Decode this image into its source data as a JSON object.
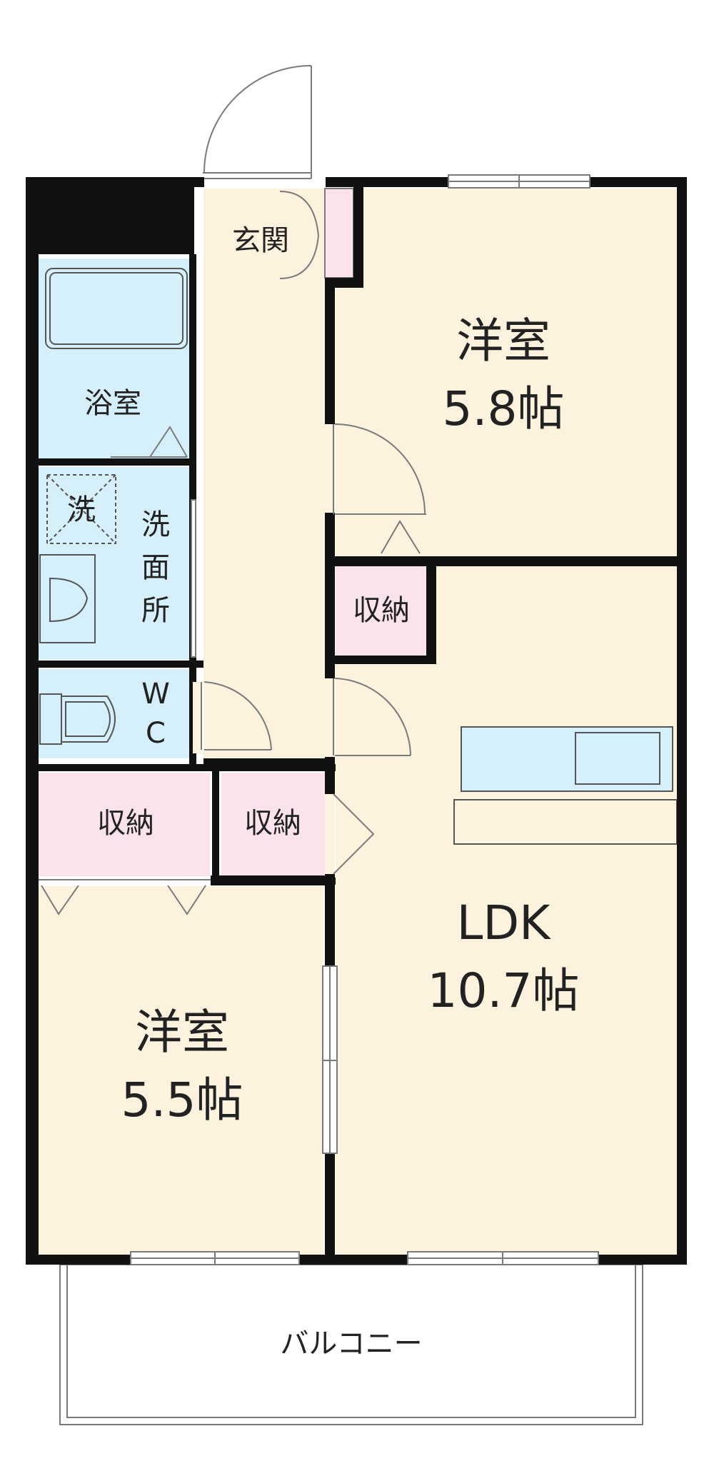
{
  "labels": {
    "entrance": "玄関",
    "bathroom": "浴室",
    "washer": "洗",
    "washroom": [
      "洗",
      "面",
      "所"
    ],
    "wc": [
      "W",
      "C"
    ],
    "bedroom_top": {
      "name": "洋室",
      "size": "5.8帖"
    },
    "storage_bedroom_top": "収納",
    "storage_left": "収納",
    "storage_middle": "収納",
    "bedroom_bottom": {
      "name": "洋室",
      "size": "5.5帖"
    },
    "ldk": {
      "name": "LDK",
      "size": "10.7帖"
    },
    "balcony": "バルコニー"
  },
  "colors": {
    "wall": "#111111",
    "room_wood": "#fdf2dd",
    "wet_area": "#d6f0fb",
    "storage": "#fbe3ec",
    "door_line": "#7a7a7a"
  }
}
